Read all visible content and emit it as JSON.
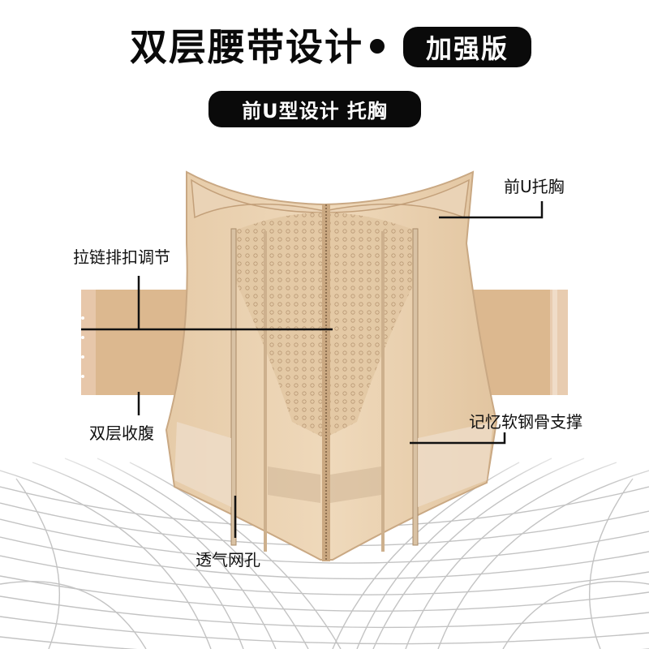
{
  "header": {
    "title": "双层腰带设计",
    "badge": "加强版",
    "subtitle": "前U型设计 托胸"
  },
  "callouts": [
    {
      "id": "front-u",
      "label": "前U托胸"
    },
    {
      "id": "zipper",
      "label": "拉链排扣调节"
    },
    {
      "id": "double-layer",
      "label": "双层收腹"
    },
    {
      "id": "steel-bone",
      "label": "记忆软钢骨支撑"
    },
    {
      "id": "mesh",
      "label": "透气网孔"
    }
  ],
  "colors": {
    "accent_black": "#0a0a0a",
    "fabric_beige": "#e8cfae",
    "belt_tan": "#dcb88f",
    "lace": "#c9ab86"
  }
}
